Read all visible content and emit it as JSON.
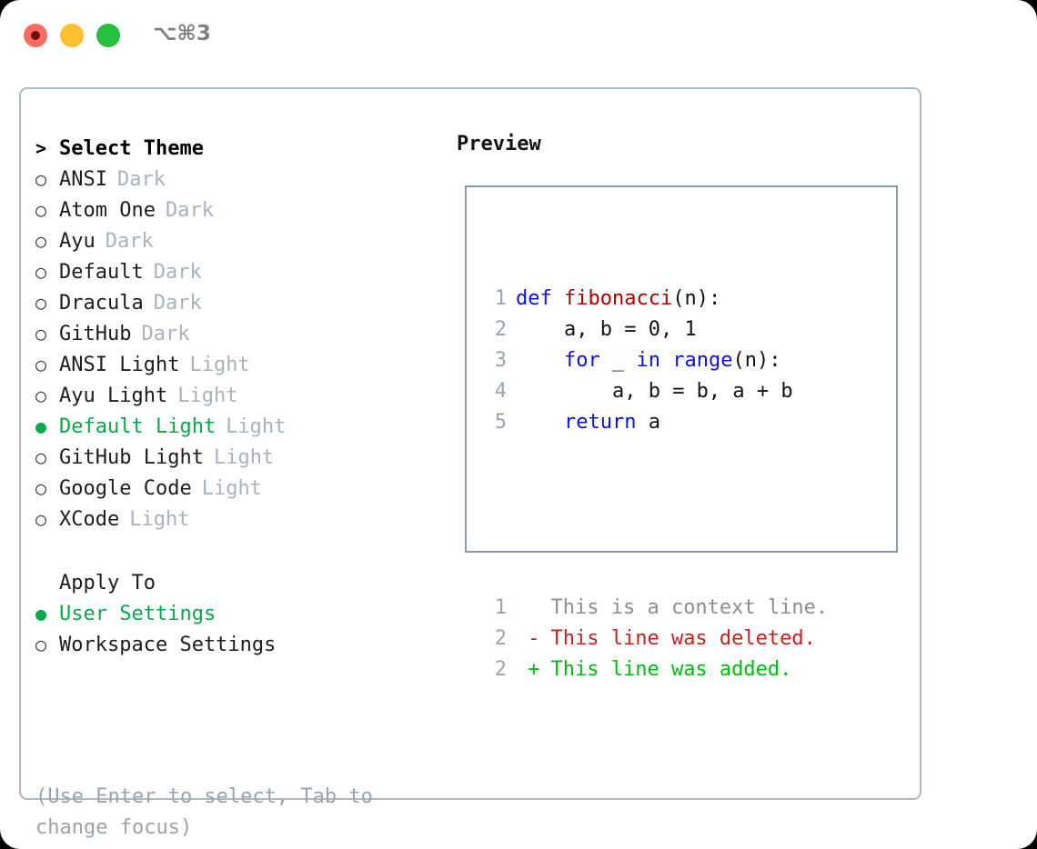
{
  "titlebar": {
    "shortcut": "⌥⌘3",
    "buttons": [
      "close",
      "minimize",
      "maximize"
    ]
  },
  "chooser": {
    "heading": {
      "marker": ">",
      "label": "Select Theme"
    },
    "themes": [
      {
        "marker": "○",
        "label": "ANSI",
        "tag": "Dark",
        "selected": false
      },
      {
        "marker": "○",
        "label": "Atom One",
        "tag": "Dark",
        "selected": false
      },
      {
        "marker": "○",
        "label": "Ayu",
        "tag": "Dark",
        "selected": false
      },
      {
        "marker": "○",
        "label": "Default",
        "tag": "Dark",
        "selected": false
      },
      {
        "marker": "○",
        "label": "Dracula",
        "tag": "Dark",
        "selected": false
      },
      {
        "marker": "○",
        "label": "GitHub",
        "tag": "Dark",
        "selected": false
      },
      {
        "marker": "○",
        "label": "ANSI Light",
        "tag": "Light",
        "selected": false
      },
      {
        "marker": "○",
        "label": "Ayu Light",
        "tag": "Light",
        "selected": false
      },
      {
        "marker": "●",
        "label": "Default Light",
        "tag": "Light",
        "selected": true
      },
      {
        "marker": "○",
        "label": "GitHub Light",
        "tag": "Light",
        "selected": false
      },
      {
        "marker": "○",
        "label": "Google Code",
        "tag": "Light",
        "selected": false
      },
      {
        "marker": "○",
        "label": "XCode",
        "tag": "Light",
        "selected": false
      }
    ],
    "apply_to": {
      "heading": "Apply To",
      "options": [
        {
          "marker": "●",
          "label": "User Settings",
          "selected": true
        },
        {
          "marker": "○",
          "label": "Workspace Settings",
          "selected": false
        }
      ]
    },
    "hint": "(Use Enter to select, Tab to change focus)"
  },
  "preview": {
    "title": "Preview",
    "code_lines": [
      {
        "num": "1",
        "indent": "",
        "tokens": [
          {
            "t": "def ",
            "c": "kw"
          },
          {
            "t": "fibonacci",
            "c": "fn"
          },
          {
            "t": "(n):",
            "c": "plain"
          }
        ]
      },
      {
        "num": "2",
        "indent": "    ",
        "tokens": [
          {
            "t": "a, b = 0, 1",
            "c": "plain"
          }
        ]
      },
      {
        "num": "3",
        "indent": "    ",
        "tokens": [
          {
            "t": "for ",
            "c": "kw"
          },
          {
            "t": "_ ",
            "c": "plain"
          },
          {
            "t": "in ",
            "c": "kw"
          },
          {
            "t": "range",
            "c": "kw"
          },
          {
            "t": "(n):",
            "c": "plain"
          }
        ]
      },
      {
        "num": "4",
        "indent": "        ",
        "tokens": [
          {
            "t": "a, b = b, a + b",
            "c": "plain"
          }
        ]
      },
      {
        "num": "5",
        "indent": "    ",
        "tokens": [
          {
            "t": "return ",
            "c": "kw"
          },
          {
            "t": "a",
            "c": "plain"
          }
        ]
      }
    ],
    "diff_lines": [
      {
        "num": "1",
        "sign": " ",
        "text": "This is a context line.",
        "kind": "ctx"
      },
      {
        "num": "2",
        "sign": "-",
        "text": "This line was deleted.",
        "kind": "del"
      },
      {
        "num": "2",
        "sign": "+",
        "text": "This line was added.",
        "kind": "add"
      }
    ]
  },
  "colors": {
    "accent_green": "#0aa84c",
    "diff_add": "#00bb11",
    "diff_del": "#c62222",
    "keyword_blue": "#1111dd",
    "function_red": "#aa0000",
    "muted": "#a9b2bd",
    "border": "#aeb8c4"
  }
}
